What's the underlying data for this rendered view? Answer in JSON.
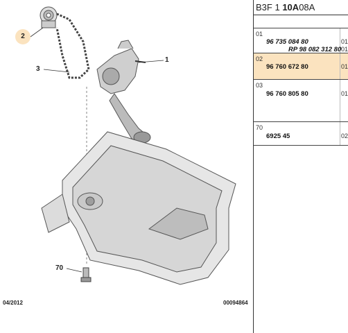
{
  "header": {
    "code_prefix": "B3F",
    "code_mid": "1",
    "code_bold": "10A",
    "code_suffix": "08A"
  },
  "parts": [
    {
      "idx": "01",
      "number": "96 735 084 80",
      "qty": "01",
      "sub_number": "RP 98 082 312 80",
      "sub_qty": "01",
      "italic": true,
      "highlight": false
    },
    {
      "idx": "02",
      "number": "96 760 672 80",
      "qty": "01",
      "highlight": true
    },
    {
      "idx": "03",
      "number": "96 760 805 80",
      "qty": "01",
      "highlight": false
    },
    {
      "idx": "70",
      "number": "6925 45",
      "qty": "02",
      "highlight": false
    }
  ],
  "callouts": {
    "c1": "1",
    "c2": "2",
    "c3": "3",
    "c70": "70"
  },
  "footer": {
    "date": "04/2012",
    "reference": "00094864"
  },
  "colors": {
    "highlight": "#fbe3bf",
    "line": "#333333"
  }
}
